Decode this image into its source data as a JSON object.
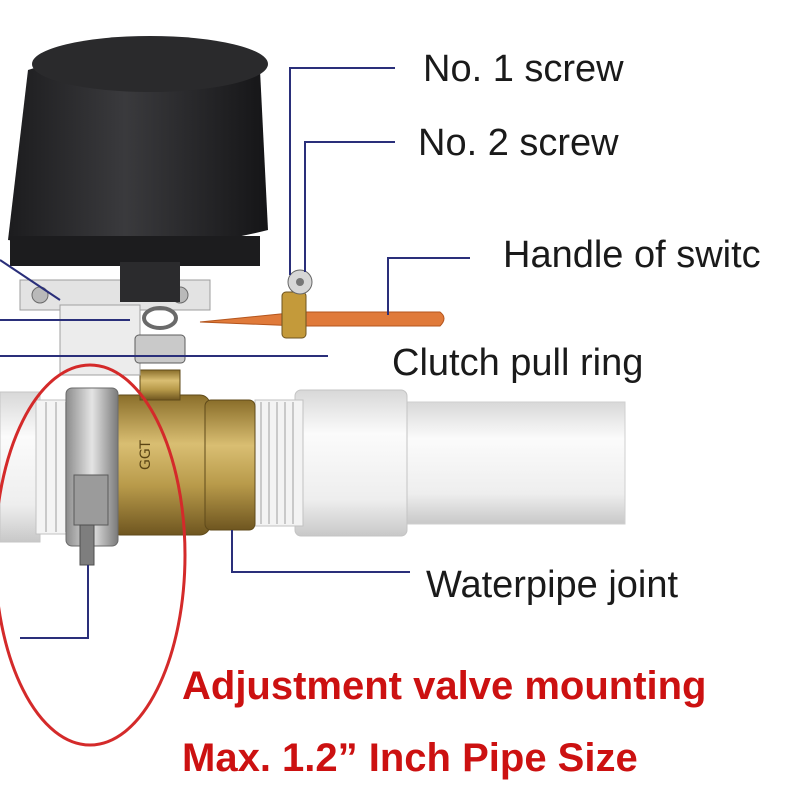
{
  "callouts": {
    "screw1": "No. 1 screw",
    "screw2": "No. 2 screw",
    "handle": "Handle of switc",
    "clutch": "Clutch pull ring",
    "joint": "Waterpipe joint"
  },
  "headline": {
    "line1": "Adjustment valve mounting",
    "line2": "Max. 1.2” Inch Pipe Size"
  },
  "valve_marking": "GGT",
  "colors": {
    "text": "#1a1a1a",
    "callout_line": "#2a2f7a",
    "headline": "#cc1111",
    "circle": "#d42a2a",
    "actuator": "#2c2c2e",
    "brass": "#b89a4a",
    "pipe": "#f0f0f0",
    "handle": "#e07a3a"
  }
}
